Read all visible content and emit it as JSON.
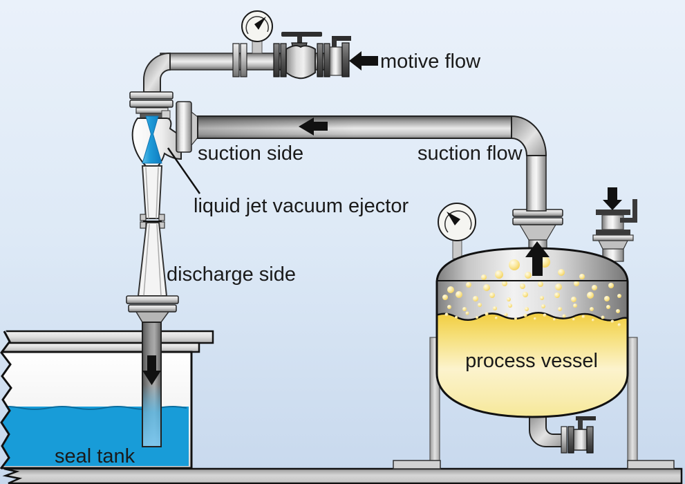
{
  "diagram": {
    "title_hint": "liquid jet vacuum ejector piping diagram",
    "labels": {
      "motive_flow": "motive flow",
      "suction_side": "suction side",
      "suction_flow": "suction flow",
      "ejector": "liquid jet vacuum ejector",
      "discharge_side": "discharge side",
      "process_vessel": "process vessel",
      "seal_tank": "seal tank"
    },
    "icons": {
      "flow_arrows": [
        "motive-flow-arrow-left",
        "suction-flow-arrow-left",
        "vessel-outlet-arrow-up",
        "vent-inlet-arrow-down",
        "discharge-arrow-down"
      ],
      "gauges": [
        "motive-pressure-gauge",
        "vessel-pressure-gauge"
      ]
    },
    "colors": {
      "background_top": "#e9f0fa",
      "background_bottom": "#c7d8ed",
      "water_blue": "#189cd8",
      "jet_blue": "#1d9ad8",
      "liquid_yellow": "#f6dc6a",
      "pipe_gray": "#c9c9c9",
      "ground_gray": "#cccccc",
      "arrow_black": "#111111",
      "outline_black": "#1a1a1a",
      "text_color": "#1a1a1a"
    }
  }
}
